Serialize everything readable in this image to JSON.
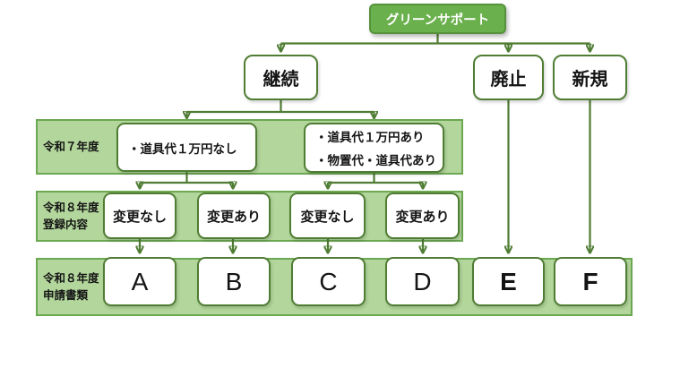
{
  "root": {
    "label": "グリーンサポート"
  },
  "branches": [
    {
      "id": "keizoku",
      "label": "継続"
    },
    {
      "id": "haishi",
      "label": "廃止"
    },
    {
      "id": "shinki",
      "label": "新規"
    }
  ],
  "rows": {
    "reiwa7": {
      "band_label": "令和７年度",
      "boxes": [
        {
          "line1": "・道具代１万円なし"
        },
        {
          "line1": "・道具代１万円あり",
          "line2": "・物置代・道具代あり"
        }
      ]
    },
    "reiwa8_touroku": {
      "band_label": "令和８年度\n登録内容",
      "boxes": [
        {
          "label": "変更なし"
        },
        {
          "label": "変更あり"
        },
        {
          "label": "変更なし"
        },
        {
          "label": "変更あり"
        }
      ]
    },
    "reiwa8_shinsei": {
      "band_label": "令和８年度\n申請書類",
      "boxes": [
        {
          "label": "A"
        },
        {
          "label": "B"
        },
        {
          "label": "C"
        },
        {
          "label": "D"
        },
        {
          "label": "E"
        },
        {
          "label": "F"
        }
      ]
    }
  },
  "colors": {
    "accent_green": "#6ab04c",
    "accent_green_border": "#55923c",
    "connector_green": "#4f7d33",
    "band_fill": "#b2d69b",
    "band_border": "#6ca752",
    "box_fill": "#ffffff",
    "text_dark": "#141414",
    "text_white": "#ffffff"
  }
}
